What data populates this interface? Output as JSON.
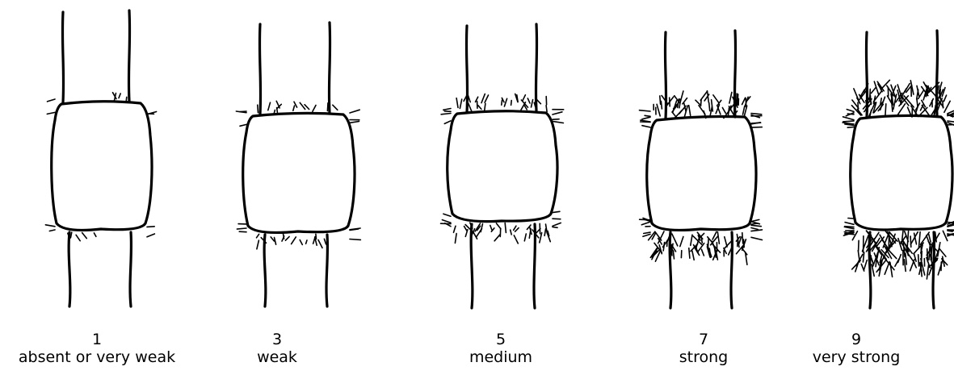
{
  "stages": [
    {
      "note": "1",
      "label": "absent or very weak",
      "hairiness": 0.02
    },
    {
      "note": "3",
      "label": "weak",
      "hairiness": 0.12
    },
    {
      "note": "5",
      "label": "medium",
      "hairiness": 0.28
    },
    {
      "note": "7",
      "label": "strong",
      "hairiness": 0.6
    },
    {
      "note": "9",
      "label": "very strong",
      "hairiness": 1.0
    }
  ]
}
